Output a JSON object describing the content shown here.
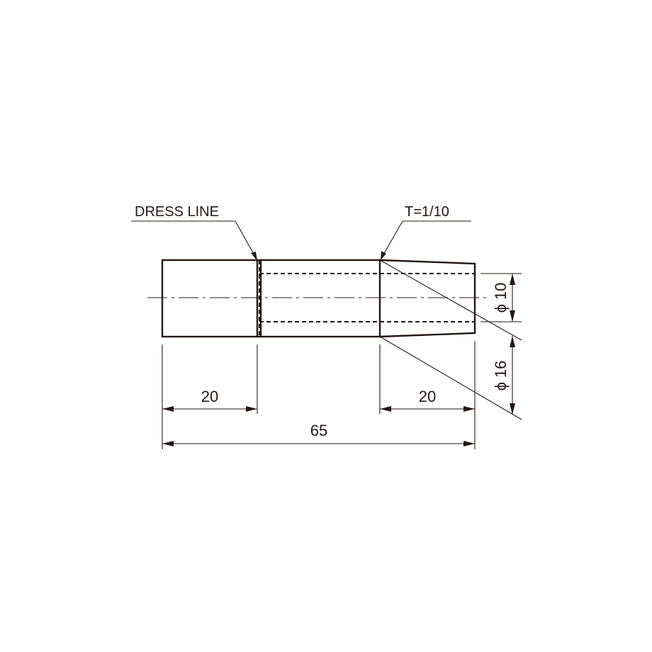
{
  "drawing": {
    "annotations": {
      "dress_line": "DRESS LINE",
      "taper": "T=1/10"
    },
    "dimensions": {
      "left_length": "20",
      "right_length": "20",
      "total_length": "65",
      "small_diameter": "10",
      "large_diameter": "16",
      "diameter_symbol": "ϕ"
    }
  }
}
